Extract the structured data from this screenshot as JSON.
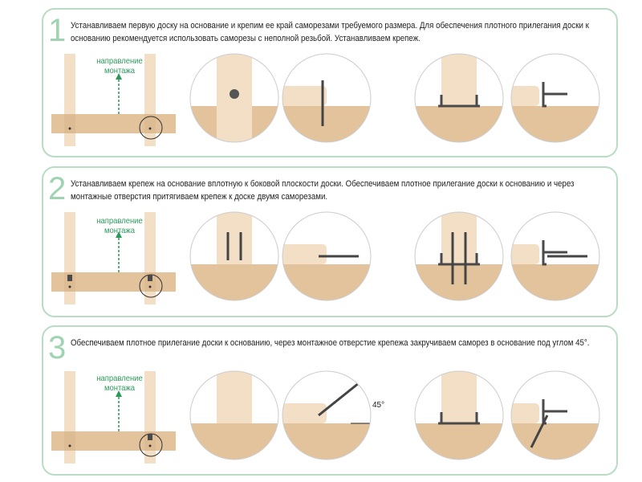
{
  "steps": [
    {
      "number": "1",
      "text": "Устанавливаем первую доску на основание и крепим ее край саморезами требуемого размера. Для обеспечения плотного прилегания доски к основанию рекомендуется использовать саморезы с неполной резьбой. Устанавливаем крепеж.",
      "direction": "направление монтажа"
    },
    {
      "number": "2",
      "text": "Устанавливаем крепеж на основание вплотную к боковой плоскости доски. Обеспечиваем плотное прилегание доски к основанию и через монтажные отверстия притягиваем крепеж к доске двумя саморезами.",
      "direction": "направление монтажа"
    },
    {
      "number": "3",
      "text": "Обеспечиваем плотное прилегание доски к основанию, через монтажное отверстие крепежа закручиваем саморез в основание под углом 45°.",
      "direction": "направление монтажа",
      "angle_label": "45°"
    }
  ],
  "colors": {
    "border": "#b9dcc4",
    "number": "#9fd3b1",
    "direction": "#2a9a5a",
    "wood_light": "#f3dfc6",
    "wood": "#e2c39c",
    "metal": "#4a4a4a"
  }
}
